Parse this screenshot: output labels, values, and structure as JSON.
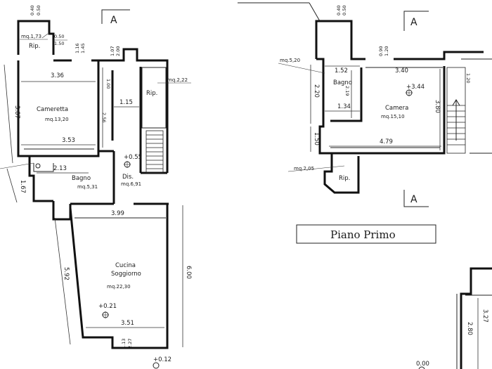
{
  "ground_floor": {
    "section_marker_top": "A",
    "rooms": {
      "ripostiglio_top": {
        "name": "Rip.",
        "area": "mq.1,73"
      },
      "cameretta": {
        "name": "Cameretta",
        "area": "mq.13,20"
      },
      "ripostiglio_right": {
        "name": "Rip.",
        "area": "mq.2,22"
      },
      "bagno": {
        "name": "Bagno",
        "area": "mq.5,31"
      },
      "disimpegno": {
        "name": "Dis.",
        "area": "mq.6,91"
      },
      "cucina": {
        "name_line1": "Cucina",
        "name_line2": "Soggiorno",
        "area": "mq.22,30"
      }
    },
    "dims": {
      "rip_w1": "0.50",
      "rip_w2": "1.50",
      "top_a": "0.40",
      "top_b": "0.50",
      "d116": "1.16",
      "d145": "1.45",
      "d107": "1.07",
      "d200": "2.00",
      "cam_top": "3.36",
      "cam_bottom": "3.53",
      "cam_h": "3.87",
      "d100": "1.00",
      "d115": "1.15",
      "d256": "2.56",
      "bagno_w": "2.13",
      "bagno_h": "1.67",
      "cuc_top": "3.99",
      "cuc_bottom": "3.51",
      "cuc_left": "5.92",
      "cuc_right": "6.00",
      "d113": "1.13",
      "d227": "2.27"
    },
    "levels": {
      "l055": "+0.55",
      "l021": "+0.21",
      "l012": "+0.12"
    }
  },
  "first_floor": {
    "section_marker_top": "A",
    "section_marker_bottom": "A",
    "rooms": {
      "bagno": {
        "name": "Bagno"
      },
      "camera": {
        "name": "Camera",
        "area": "mq.15,10"
      },
      "rip": {
        "name": "Rip."
      }
    },
    "areas": {
      "bagno_area": "mq.5,20",
      "rip_area": "mq.2,05"
    },
    "dims": {
      "top_a": "0.40",
      "top_b": "0.50",
      "d090": "0.90",
      "d120top": "1.20",
      "d152": "1.52",
      "d340": "3.40",
      "d120": "1.20",
      "d220": "2.20",
      "d219": "2.19",
      "d134": "1.34",
      "d380": "3.80",
      "d150": "1.50",
      "d479": "4.79"
    },
    "levels": {
      "l344": "+3.44"
    }
  },
  "caption": "Piano Primo",
  "partial_plan": {
    "d280": "2.80",
    "d327": "3.27",
    "level": "0.00"
  }
}
